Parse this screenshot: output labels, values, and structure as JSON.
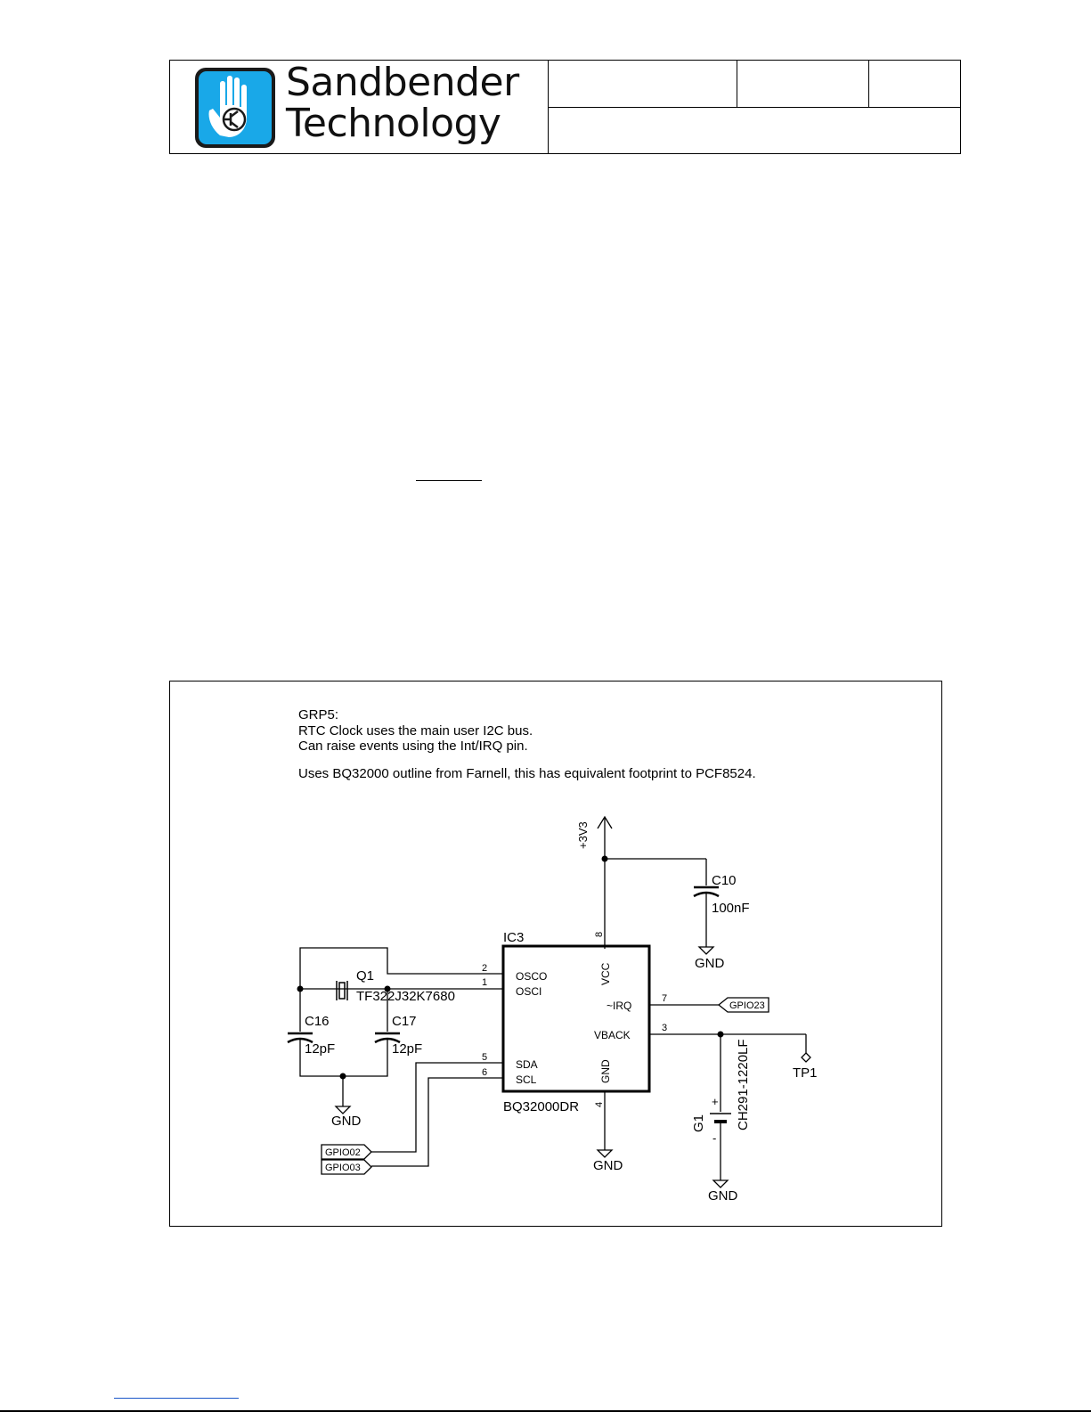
{
  "header": {
    "company_line1": "Sandbender",
    "company_line2": "Technology",
    "logo_icon": "hand-transistor-logo",
    "logo_color": "#19a8e8"
  },
  "schematic": {
    "notes": {
      "line1": "GRP5:",
      "line2": "RTC Clock uses the main user I2C bus.",
      "line3": "Can raise events using the Int/IRQ pin.",
      "line4": "Uses BQ32000 outline from Farnell, this has equivalent footprint to PCF8524."
    },
    "power_label": "+3V3",
    "ic": {
      "ref": "IC3",
      "part": "BQ32000DR",
      "pins": {
        "osco": "OSCO",
        "osci": "OSCI",
        "sda": "SDA",
        "scl": "SCL",
        "vcc": "VCC",
        "irq": "~IRQ",
        "vback": "VBACK",
        "gnd": "GND"
      },
      "pin_numbers": {
        "osco": "2",
        "osci": "1",
        "sda": "5",
        "scl": "6",
        "vcc": "8",
        "irq": "7",
        "vback": "3",
        "gnd": "4"
      }
    },
    "c10": {
      "ref": "C10",
      "value": "100nF"
    },
    "c16": {
      "ref": "C16",
      "value": "12pF"
    },
    "c17": {
      "ref": "C17",
      "value": "12pF"
    },
    "q1": {
      "ref": "Q1",
      "part": "TF322J32K7680"
    },
    "g1": {
      "ref": "G1",
      "part": "CH291-1220LF",
      "plus": "+",
      "minus": "-"
    },
    "tp1": "TP1",
    "gnd": "GND",
    "net_labels": {
      "irq": "GPIO23",
      "sda": "GPIO02",
      "scl": "GPIO03"
    }
  }
}
